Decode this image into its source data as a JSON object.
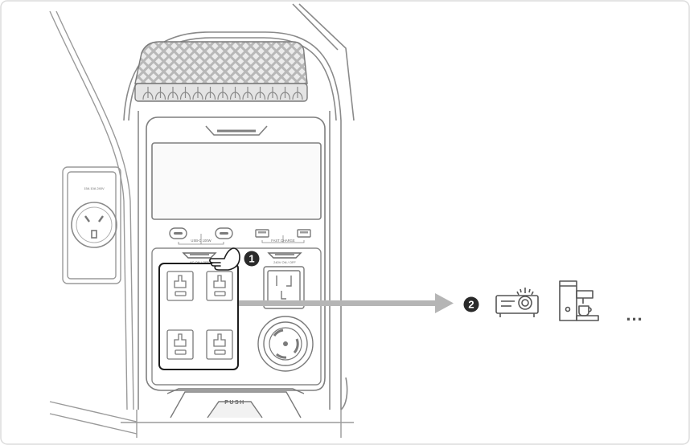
{
  "labels": {
    "usb_c": "USB-C 100W",
    "fast_charge": "FAST CHARGE",
    "ac_on_off": "AC ON / OFF",
    "dc_on_off": "240V ON / OFF",
    "push": "PUSH",
    "side_outlet": "15A 10A 240V"
  },
  "callouts": [
    {
      "number": "1",
      "meaning": "press AC power button"
    },
    {
      "number": "2",
      "meaning": "connected devices"
    }
  ],
  "devices": [
    {
      "icon": "projector-icon"
    },
    {
      "icon": "coffee-machine-icon"
    }
  ],
  "ellipsis": "...",
  "colors": {
    "line": "#7a7a7a",
    "highlight": "#1e1e1e",
    "arrow": "#b5b5b5",
    "device": "#555555"
  }
}
